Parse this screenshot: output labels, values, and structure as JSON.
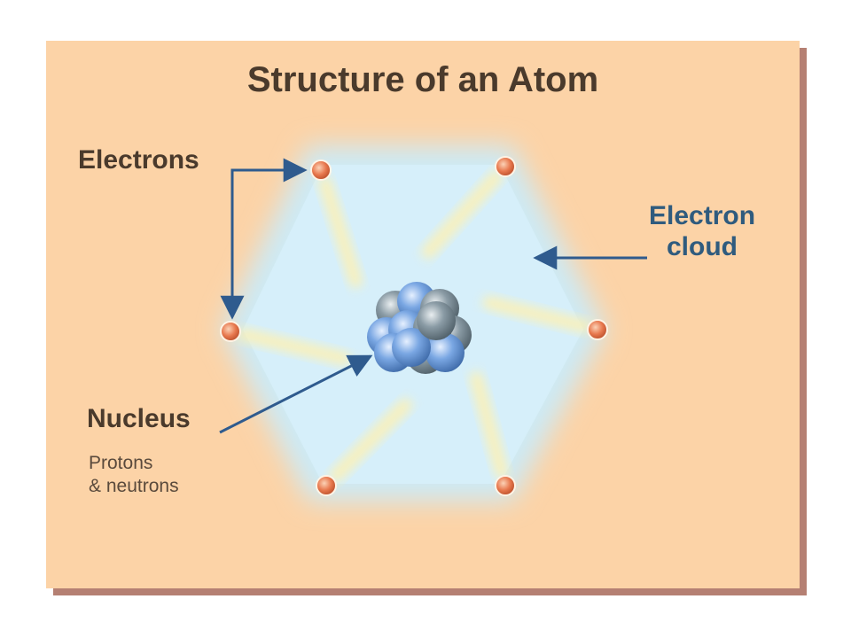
{
  "title": "Structure of an Atom",
  "labels": {
    "electrons": "Electrons",
    "electron_cloud": [
      "Electron",
      "cloud"
    ],
    "nucleus": "Nucleus",
    "nucleus_detail": [
      "Protons",
      "& neutrons"
    ]
  },
  "colors": {
    "background": "#fcd3a7",
    "panel_shadow": "#b58073",
    "cloud": "#cdeaf5",
    "orbit_glow": "#fff1b0",
    "electron": "#e8794f",
    "proton": "#7aa7e3",
    "neutron": "#8a9ba5",
    "arrow": "#2f5b8e",
    "label_dark": "#4a3a2c",
    "label_blue": "#2f5b7e"
  },
  "diagram": {
    "electron_count": 6,
    "nucleus_particles": [
      {
        "type": "neutron"
      },
      {
        "type": "proton"
      },
      {
        "type": "neutron"
      },
      {
        "type": "proton"
      },
      {
        "type": "neutron"
      },
      {
        "type": "proton"
      },
      {
        "type": "neutron"
      },
      {
        "type": "proton"
      },
      {
        "type": "neutron"
      },
      {
        "type": "proton"
      },
      {
        "type": "proton"
      },
      {
        "type": "neutron"
      }
    ]
  }
}
